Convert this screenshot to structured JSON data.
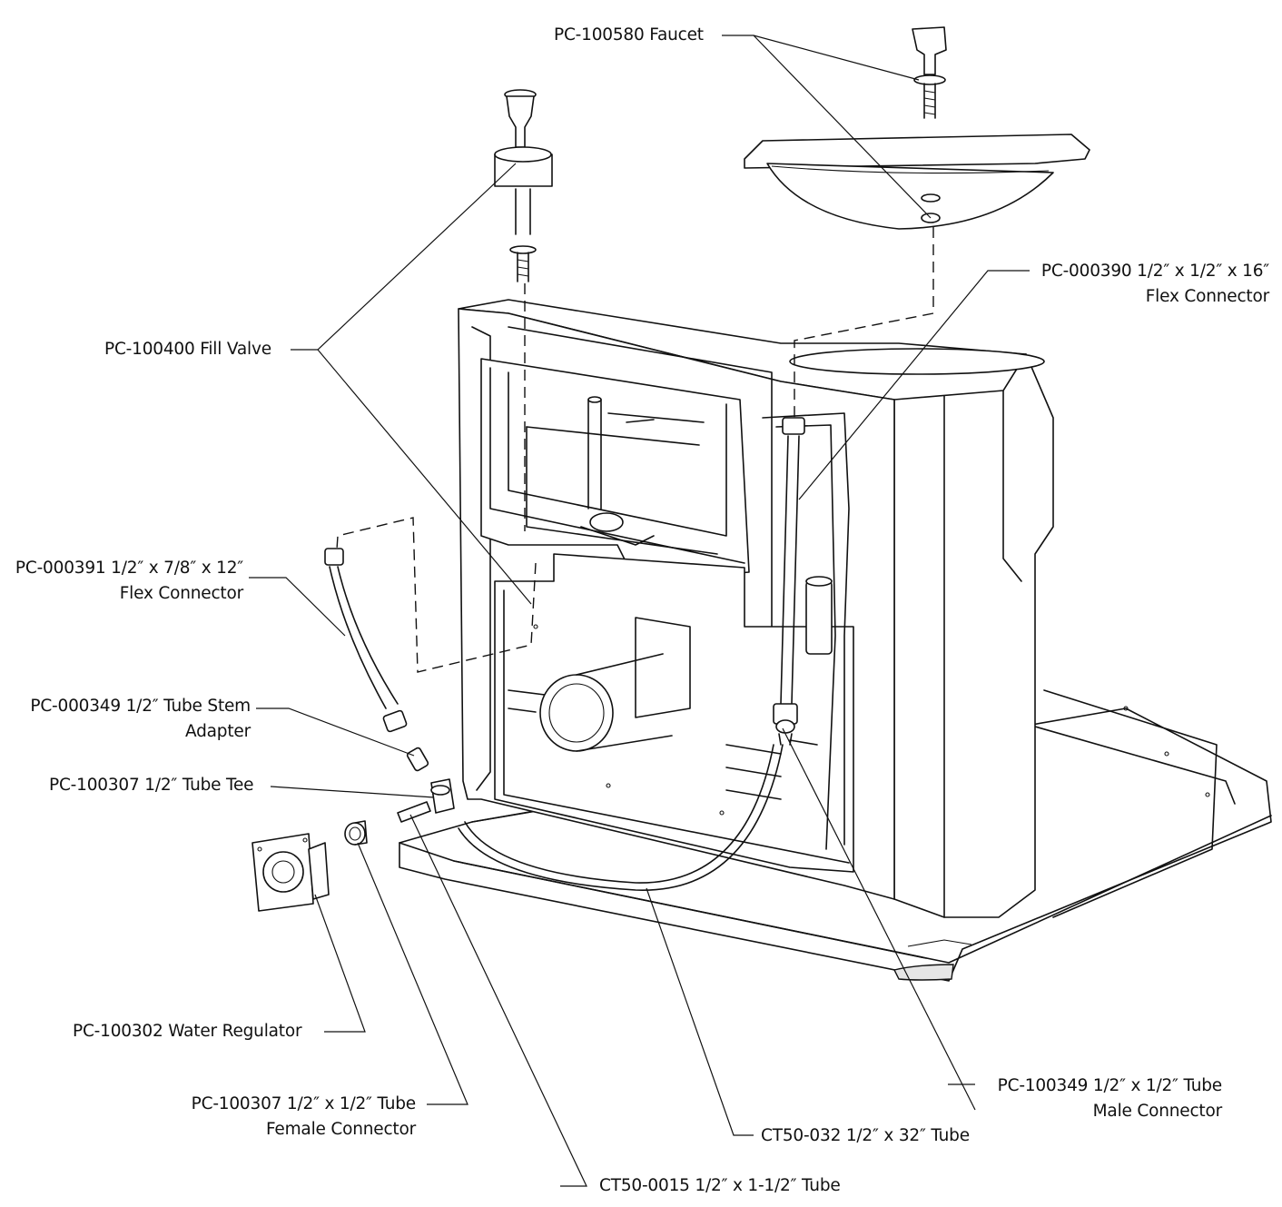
{
  "labels": {
    "faucet": {
      "line1": "PC-100580 Faucet"
    },
    "fill_valve": {
      "line1": "PC-100400 Fill Valve"
    },
    "flex_16": {
      "line1": "PC-000390 1/2″ x 1/2″ x 16″",
      "line2": "Flex Connector"
    },
    "flex_12": {
      "line1": "PC-000391 1/2″ x 7/8″ x 12″",
      "line2": "Flex Connector"
    },
    "stem_adapter": {
      "line1": "PC-000349 1/2″ Tube Stem",
      "line2": "Adapter"
    },
    "tube_tee": {
      "line1": "PC-100307 1/2″ Tube Tee"
    },
    "water_regulator": {
      "line1": "PC-100302 Water Regulator"
    },
    "female_connector": {
      "line1": "PC-100307 1/2″ x 1/2″ Tube",
      "line2": "Female Connector"
    },
    "male_connector": {
      "line1": "PC-100349 1/2″ x 1/2″ Tube",
      "line2": "Male Connector"
    },
    "tube_32": {
      "line1": "CT50-032 1/2″ x 32″ Tube"
    },
    "tube_1_5": {
      "line1": "CT50-0015 1/2″ x 1-1/2″ Tube"
    }
  }
}
